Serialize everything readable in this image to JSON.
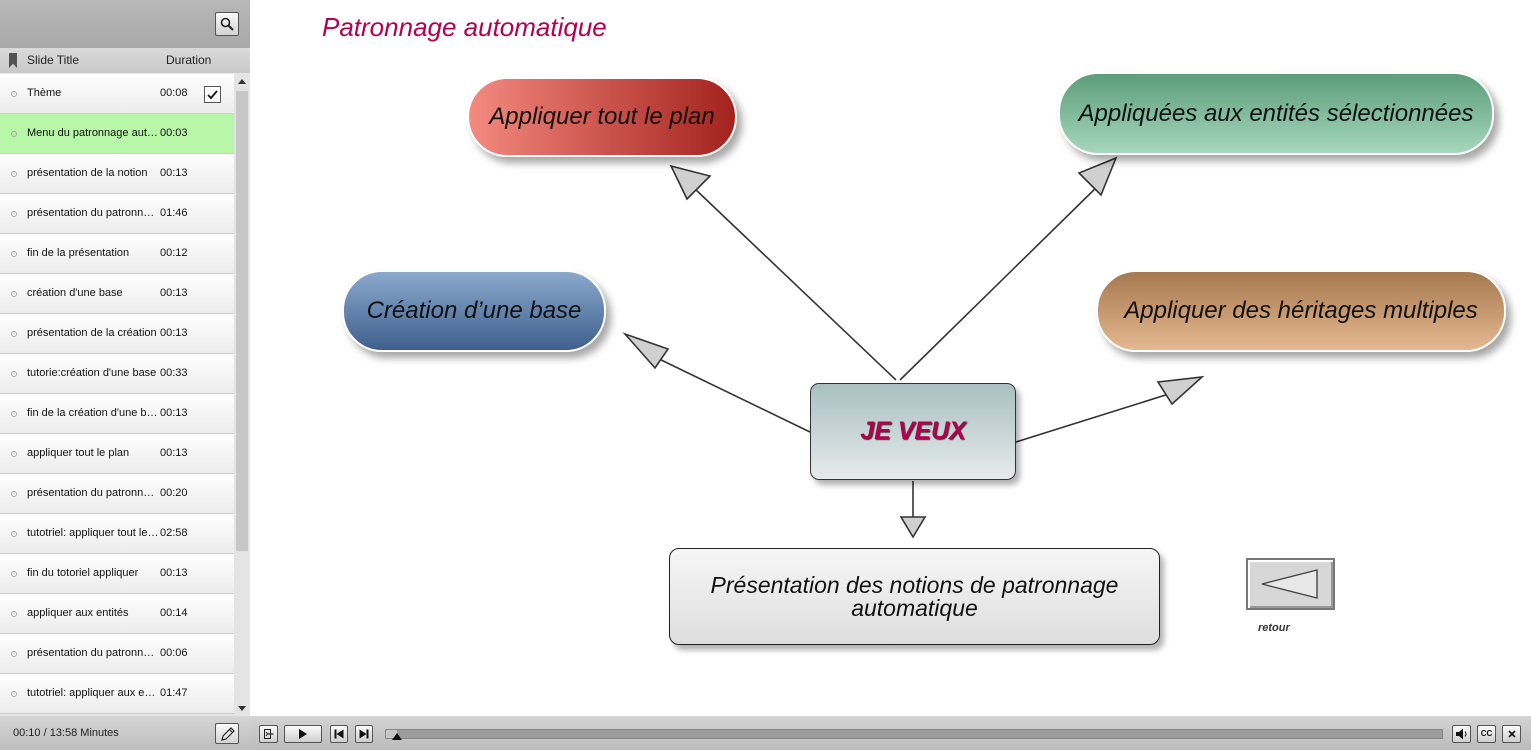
{
  "sidebar": {
    "header": {
      "title_label": "Slide Title",
      "duration_label": "Duration"
    },
    "slides": [
      {
        "title": "Thème",
        "duration": "00:08",
        "checked": true
      },
      {
        "title": "Menu du patronnage automatique",
        "duration": "00:03",
        "current": true
      },
      {
        "title": "présentation de la notion",
        "duration": "00:13"
      },
      {
        "title": "présentation du patronnage",
        "duration": "01:46"
      },
      {
        "title": "fin de la présentation",
        "duration": "00:12"
      },
      {
        "title": "création d'une base",
        "duration": "00:13"
      },
      {
        "title": "présentation de la création",
        "duration": "00:13"
      },
      {
        "title": "tutorie:création d'une base",
        "duration": "00:33"
      },
      {
        "title": "fin de la création d'une base",
        "duration": "00:13"
      },
      {
        "title": "appliquer tout le plan",
        "duration": "00:13"
      },
      {
        "title": "présentation du patronnage",
        "duration": "00:20"
      },
      {
        "title": "tutotriel: appliquer tout le plan",
        "duration": "02:58"
      },
      {
        "title": "fin du totoriel appliquer",
        "duration": "00:13"
      },
      {
        "title": "appliquer aux entités",
        "duration": "00:14"
      },
      {
        "title": "présentation du patronnage",
        "duration": "00:06"
      },
      {
        "title": "tutotriel: appliquer aux entités",
        "duration": "01:47"
      }
    ],
    "footer": {
      "time_readout": "00:10 / 13:58 Minutes"
    }
  },
  "slide": {
    "heading": "Patronnage automatique",
    "center_label": "JE VEUX",
    "options": {
      "plan": "Appliquer tout le plan",
      "entites": "Appliquées aux entités sélectionnées",
      "base": "Création d’une base",
      "heritage": "Appliquer des héritages multiples",
      "presentation": "Présentation des notions de patronnage automatique"
    },
    "back_label": "retour"
  },
  "playback": {
    "progress_fraction": 0.01,
    "cc_label": "CC"
  }
}
